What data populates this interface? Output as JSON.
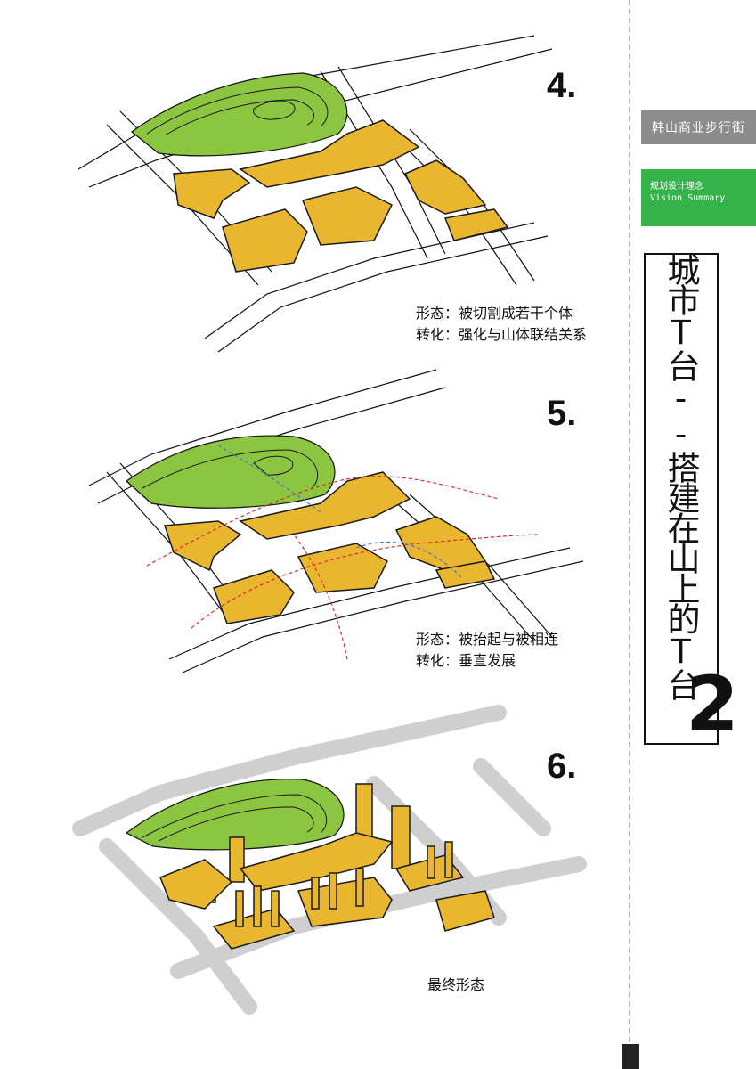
{
  "sidebar": {
    "title": "韩山商业步行街",
    "concept_zh": "规划设计理念",
    "concept_en": "Vision Summary",
    "vertical_title": "城市T台--搭建在山上的T台",
    "page_number": "2"
  },
  "steps": [
    {
      "number": "4.",
      "caption_line1": "形态：被切割成若干个体",
      "caption_line2": "转化：强化与山体联结关系"
    },
    {
      "number": "5.",
      "caption_line1": "形态：被抬起与被相连",
      "caption_line2": "转化：垂直发展"
    },
    {
      "number": "6.",
      "caption_line1": "最终形态"
    }
  ],
  "colors": {
    "building": "#e8b62f",
    "mountain": "#8cc540",
    "accent_green": "#34b34a",
    "title_gray": "#8c8c8c",
    "path_red": "#e02a2a",
    "path_blue": "#3a7bd5"
  }
}
